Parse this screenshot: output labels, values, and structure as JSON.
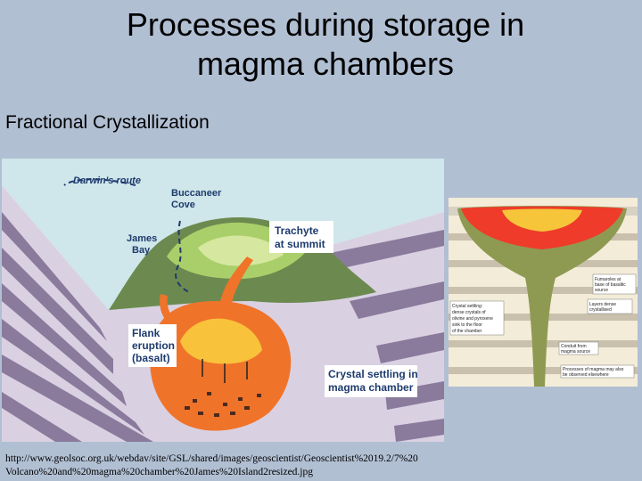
{
  "slide": {
    "title_line1": "Processes during storage in",
    "title_line2": "magma chambers",
    "subtitle": "Fractional Crystallization",
    "source_line1": "http://www.geolsoc.org.uk/webdav/site/GSL/shared/images/geoscientist/Geoscientist%2019.2/7%20",
    "source_line2": "Volcano%20and%20magma%20chamber%20James%20Island2resized.jpg"
  },
  "main_diagram": {
    "route_label": "Darwin's route",
    "cove_label_1": "Buccaneer",
    "cove_label_2": "Cove",
    "bay_label_1": "James",
    "bay_label_2": "Bay",
    "trachyte_label_1": "Trachyte",
    "trachyte_label_2": "at summit",
    "flank_label_1": "Flank",
    "flank_label_2": "eruption",
    "flank_label_3": "(basalt)",
    "settling_label_1": "Crystal settling in",
    "settling_label_2": "magma chamber"
  },
  "side_diagram": {
    "label_fumaroles_1": "Fumaroles at",
    "label_fumaroles_2": "base of basaltic",
    "label_fumaroles_3": "source",
    "label_settling_1": "Crystal settling:",
    "label_settling_2": "dense crystals of",
    "label_settling_3": "olivine and pyroxene",
    "label_settling_4": "sink to the floor",
    "label_settling_5": "of the chamber",
    "label_layers_1": "Layers dense",
    "label_layers_2": "crystallised",
    "label_conduit_1": "Conduit from",
    "label_conduit_2": "magma source",
    "label_process_1": "Processes of magma may also",
    "label_process_2": "be observed elsewhere"
  },
  "colors": {
    "background": "#b1bfd3",
    "magma_orange": "#f0732a",
    "magma_yellow": "#f8c23a",
    "strata_purple": "#8a7a9c",
    "strata_light": "#d9d1e2",
    "sea_blue": "#cfe6ea",
    "island_green": "#8fbf4f",
    "label_blue": "#1e3b6e"
  }
}
